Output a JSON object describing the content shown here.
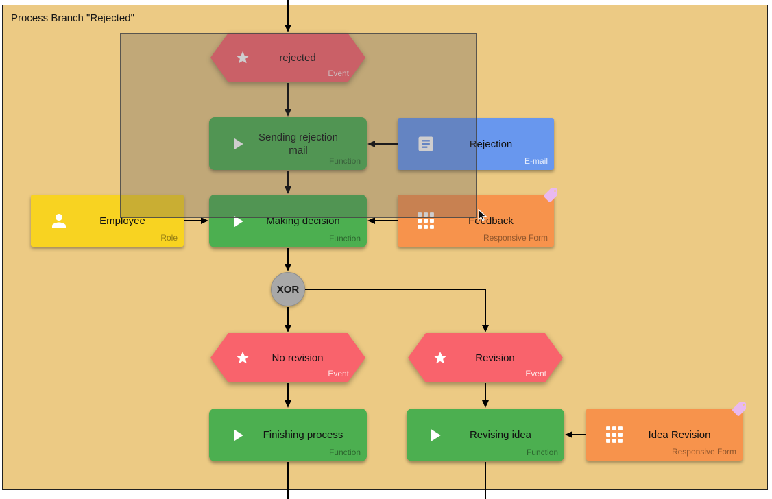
{
  "title": "Process Branch \"Rejected\"",
  "nodes": {
    "rejected": {
      "label": "rejected",
      "type": "Event"
    },
    "sending_rejection_mail": {
      "label": "Sending rejection mail",
      "type": "Function"
    },
    "rejection": {
      "label": "Rejection",
      "type": "E-mail"
    },
    "employee": {
      "label": "Employee",
      "type": "Role"
    },
    "making_decision": {
      "label": "Making decision",
      "type": "Function"
    },
    "feedback": {
      "label": "Feedback",
      "type": "Responsive Form"
    },
    "xor": {
      "label": "XOR"
    },
    "no_revision": {
      "label": "No revision",
      "type": "Event"
    },
    "revision": {
      "label": "Revision",
      "type": "Event"
    },
    "finishing_process": {
      "label": "Finishing process",
      "type": "Function"
    },
    "revising_idea": {
      "label": "Revising idea",
      "type": "Function"
    },
    "idea_revision": {
      "label": "Idea Revision",
      "type": "Responsive Form"
    }
  },
  "edges": [
    {
      "from": "top",
      "to": "rejected"
    },
    {
      "from": "rejected",
      "to": "sending_rejection_mail"
    },
    {
      "from": "rejection",
      "to": "sending_rejection_mail"
    },
    {
      "from": "sending_rejection_mail",
      "to": "making_decision"
    },
    {
      "from": "employee",
      "to": "making_decision"
    },
    {
      "from": "feedback",
      "to": "making_decision"
    },
    {
      "from": "making_decision",
      "to": "xor"
    },
    {
      "from": "xor",
      "to": "no_revision"
    },
    {
      "from": "xor",
      "to": "revision"
    },
    {
      "from": "no_revision",
      "to": "finishing_process"
    },
    {
      "from": "revision",
      "to": "revising_idea"
    },
    {
      "from": "idea_revision",
      "to": "revising_idea"
    },
    {
      "from": "finishing_process",
      "to": "bottom"
    },
    {
      "from": "revising_idea",
      "to": "bottom"
    }
  ],
  "colors": {
    "canvas_bg": "#ecca84",
    "event": "#f9636c",
    "function": "#4caf50",
    "email": "#6897ee",
    "role": "#f8d321",
    "responsive_form": "#f7934c",
    "connector": "#a8a8a8",
    "tag": "#e9b9ef",
    "edge": "#000000"
  }
}
